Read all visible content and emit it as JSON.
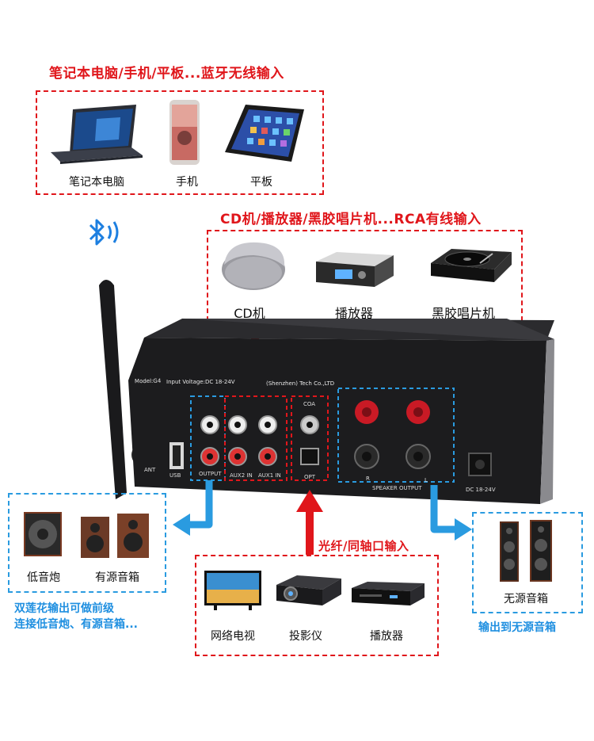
{
  "wireless_section": {
    "title": "笔记本电脑/手机/平板...蓝牙无线输入",
    "items": [
      {
        "label": "笔记本电脑",
        "icon": "laptop-icon"
      },
      {
        "label": "手机",
        "icon": "phone-icon"
      },
      {
        "label": "平板",
        "icon": "tablet-icon"
      }
    ]
  },
  "rca_section": {
    "title": "CD机/播放器/黑胶唱片机...RCA有线输入",
    "items": [
      {
        "label": "CD机",
        "icon": "cd-player-icon"
      },
      {
        "label": "播放器",
        "icon": "media-player-icon"
      },
      {
        "label": "黑胶唱片机",
        "icon": "turntable-icon"
      }
    ]
  },
  "optical_section": {
    "title": "光纤/同轴口输入",
    "items": [
      {
        "label": "网络电视",
        "icon": "tv-icon"
      },
      {
        "label": "投影仪",
        "icon": "projector-icon"
      },
      {
        "label": "播放器",
        "icon": "bluray-player-icon"
      }
    ]
  },
  "subwoofer_section": {
    "items": [
      {
        "label": "低音炮",
        "icon": "subwoofer-icon"
      },
      {
        "label": "有源音箱",
        "icon": "active-speakers-icon"
      }
    ],
    "note_line1": "双莲花输出可做前级",
    "note_line2": "连接低音炮、有源音箱..."
  },
  "passive_section": {
    "items": [
      {
        "label": "无源音箱",
        "icon": "passive-speakers-icon"
      }
    ],
    "note": "输出到无源音箱"
  },
  "device_panel": {
    "model": "Model:G4",
    "voltage": "Input Voltage:DC 18-24V",
    "maker": "(Shenzhen) Tech Co.,LTD",
    "ant": "ANT",
    "usb": "USB",
    "output": "OUTPUT",
    "aux2": "AUX2 IN",
    "aux1": "AUX1 IN",
    "coa": "COA",
    "opt": "OPT",
    "speaker_output": "SPEAKER OUTPUT",
    "r": "R",
    "l": "L",
    "dc": "DC 18-24V"
  },
  "colors": {
    "red": "#e0161b",
    "blue": "#2a9be0",
    "panel": "#1d1d1f"
  }
}
